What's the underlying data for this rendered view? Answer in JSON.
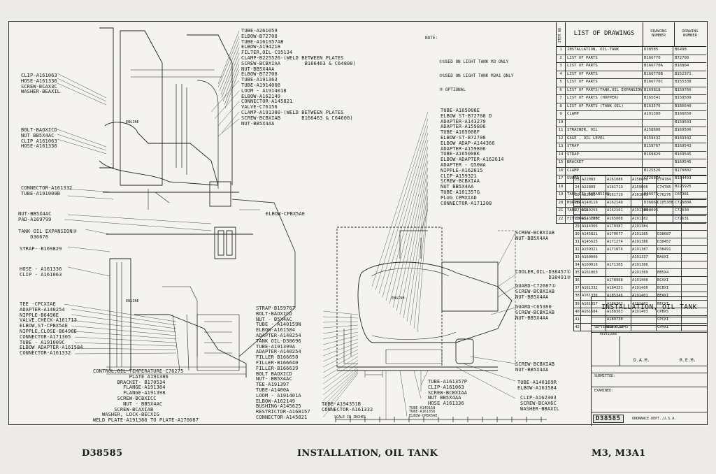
{
  "note": {
    "label": "NOTE:",
    "lines": [
      "①USED ON LIGHT TANK M3 ONLY",
      "②USED ON LIGHT TANK M3A1 ONLY",
      "③ OPTIONAL"
    ]
  },
  "callouts_top_center": "TUBE-A261059\nELBOW-B72708\nTUBE-A161357AB\nELBOW-A194218\nFILTER,OIL-C95134\nCLAMP-B225526-(WELD BETWEEN PLATES\nSCREW-BCBXIAA        B166463 & C64800)\nNUT-BB5X4AA\nELBOW-B72708\nTUBE-A191363\nTUBE-A1914008\nLOOM - A1914018\nELBOW-A162149\nCONNECTOR-A145821\nVALVE-C76156\nCLAMP-A191380-(WELD BETWEEN PLATES\nSCREW-BCBXIAB       B166463 & C64600)\nNUT-BB5X4AA",
  "callouts_left_top": "CLIP-A161063\nHOSE-A161336\nSCREW-BCAX3C\nWASHER-BEAXIL",
  "callouts_left_mid": "BOLT-BAOXICD\nNUT BB5X4AC\nCLIP A161063\nHOSE-A161336",
  "callouts_left_conn": "CONNECTOR-A161332\nTUBE-A191009B",
  "callouts_left_nut": "NUT-BB5X4AC\nPAD-A169799",
  "callouts_left_tank": "TANK OIL EXPANSION③\n    D36676",
  "callouts_left_strap": "STRAP- B169829",
  "callouts_left_hose": "HOSE - A161336\nCLIP - A161063",
  "callouts_left_tee": "TEE -CPCXIAE\nADAPTER-A140254\nNIPPLE-B6498E\nVALVE,CHECK-A161713\nELBOW,ST-CPBX5AE\nNIPPLE,CLOSE-B6498E\nCONNECTOR-A171305\nTUBE - A191009C\nELBOW ADAPTER-A161584\nCONNECTOR-A161332",
  "elbow_cp": "ELBOW-CPBX5AE",
  "callouts_bottom_left": "CONTROL,OIL TEMPERATURE-C76275\n            PLATE A191386\n        BRACKET- B170534\n          FLANGE-A191384\n          FLANGE-A191398\n        SCREW-BCBXICC\n          NUT - BB5X4AC\n       SCREW-BCAXIAB\n   WASHER, LOCK-BECXIG\nWELD PLATE-A191386 TO PLATE-A170087",
  "callouts_center_top": "TUBE-A165008E\nELBOW ST-B72708 D\nADAPTER-A143270\nADAPTER-A159806\nTUBE-A165008F\nELBOW-ST-B72708\nELBOW ADAP-A144366\nADAPTER-A159806\nTUBE-A165008K\nELBOW-ADAPTER-A162614\nADAPTER - Q50WA\nNIPPLE-A162815\nCLIP-A159321\nSCREW-BCBXIAA\nNUT BB5X4AA\nTUBE-A161357G\nPLUG CPMXIAD\nCONNECTOR-A171308",
  "callouts_center_strap": "STRAP-B159767\nBOLT-BAOXICD\nNUT - B5X4AC\nTUBE - A140159N\nELBOW-A161584\nADAPTER-A140254\nTANK OIL-D38696\nTUBE-A191399A\nADAPTER-A140254\nFILLER B166650\nFILLER-B166640\nFILLER-B166639\nBOLT BAOXICD\nNUT- BB5X4AC\nTEE-A191397\nTUBE-A1400A\nLOOM - A191401A\nELBOW-A162149\nBUSHING-A145625\nRESTRICTOR-A168157\nCONNECTOR-A145821",
  "callouts_right": {
    "screw1": "SCREW-BCBXIAB\nNUT-BB5X4AA",
    "cooler": "COOLER,OIL-D38457①\n           D38491②",
    "guard1": "GUARD-C72687①\nSCREW-BCBXIAB\nNUT-BB5X4AA",
    "guard2": "GUARD-C65360\nSCREW-BCBXIAB\nNUT-BB5X4AA",
    "screw2": "SCREW-BCBXIAB\nNUT-BB5X4AA",
    "tube_a": "TUBE-A140169R\nELBOW-A161584",
    "clip": "CLIP-A162303\nSCREW-BCAX6C\nWASHER-BBAXIL"
  },
  "callouts_bottom_center": "TUBE-A161357P\nCLIP-A161063\nSCREW-BCBXIAA\nNUT BB5X4AA\nHOSE A161336",
  "callouts_bottom_tube": "TUBE-A194351B\nCONNECTOR-A161332",
  "callouts_bottom_small": "TUBE-A140158\nTUBE-A161358\nELBOW-CPBX5AE",
  "engine_label": "ENGINE",
  "list_of_drawings": {
    "title": "LIST OF DRAWINGS",
    "col_item": "ITEM NO.",
    "col_drawing": "DRAWING NUMBER",
    "col_drawing2": "DRAWING NUMBER",
    "rows": [
      [
        "1",
        "INSTALLATION, OIL-TANK",
        "D38585",
        "B6498"
      ],
      [
        "2",
        "LIST OF PARTS",
        "B166770",
        "B72708"
      ],
      [
        "3",
        "LIST OF PARTS",
        "B166770A",
        "B16804"
      ],
      [
        "4",
        "LIST OF PARTS",
        "B166770B",
        "B152371"
      ],
      [
        "5",
        "LIST OF PARTS",
        "B166770C",
        "B155338"
      ],
      [
        "6",
        "LIST OF PARTS(TANK,OIL EXPANSION)",
        "B169818",
        "B159766"
      ],
      [
        "7",
        "LIST OF PARTS (HOPPER)",
        "B165541",
        "B159509"
      ],
      [
        "8",
        "LIST OF PARTS (TANK OIL)",
        "B163576",
        "B166640"
      ],
      [
        "9",
        "CLAMP",
        "A191380",
        "B166650"
      ],
      [
        "10",
        "",
        "",
        "B159503"
      ],
      [
        "11",
        "STRAINER, OIL",
        "A158606",
        "B169506"
      ],
      [
        "12",
        "GAGE , OIL LEVEL",
        "B159432",
        "B169342"
      ],
      [
        "13",
        "STRAP",
        "B159767",
        "B169543"
      ],
      [
        "14",
        "STRAP",
        "B169829",
        "B169545"
      ],
      [
        "15",
        "BRACKET",
        "",
        "B169545"
      ],
      [
        "16",
        "CLAMP",
        "B225526",
        "B170802"
      ],
      [
        "17",
        "GUARD",
        "C72687A",
        "B184493"
      ],
      [
        "18",
        "",
        "",
        "B225925"
      ],
      [
        "19",
        "TANK,OIL EXPANSION",
        "D36676",
        "C65381"
      ],
      [
        "20",
        "HOPPER",
        "D36662",
        "C72680A"
      ],
      [
        "21",
        "TANK, OIL",
        "D38696",
        "C72630"
      ],
      [
        "22",
        "FITTINGS, TUBE",
        "",
        "C72631"
      ]
    ]
  },
  "parts_rows": [
    [
      "23",
      "A22083",
      "A161086",
      "A158600",
      "C74784"
    ],
    [
      "24",
      "A22809",
      "A161713",
      "A159006",
      "C74785"
    ],
    [
      "25",
      "A22085",
      "A161719",
      "A161003",
      "C76276"
    ],
    [
      "26",
      "A140119",
      "A162149",
      "",
      "C105308"
    ],
    [
      "27",
      "A140254",
      "A162161",
      "A191380",
      ""
    ],
    [
      "28",
      "A143270",
      "A165008",
      "A191382",
      ""
    ],
    [
      "29",
      "A144366",
      "A170387",
      "A191384",
      ""
    ],
    [
      "30",
      "A145821",
      "A170677",
      "A191385",
      "D38687"
    ],
    [
      "31",
      "A145625",
      "A171274",
      "A191386",
      "D38457"
    ],
    [
      "32",
      "A159321",
      "A171876",
      "A191387",
      "D38491"
    ],
    [
      "33",
      "A160006",
      "",
      "A191337",
      "BAOXI"
    ],
    [
      "34",
      "A160016",
      "A171305",
      "A191386",
      ""
    ],
    [
      "35",
      "A161063",
      "",
      "A191389",
      "BB5X4"
    ],
    [
      "36",
      "",
      "A178968",
      "A191400",
      "BCAXI"
    ],
    [
      "37",
      "A161332",
      "A184351",
      "A191400",
      "BCBXI"
    ],
    [
      "38",
      "A161336",
      "A185346",
      "A191401",
      "BEAXI"
    ],
    [
      "39",
      "A161357",
      "A186362",
      "A191402",
      "BECXI"
    ],
    [
      "40",
      "A161584",
      "A188363",
      "A191403",
      "CPBX5"
    ],
    [
      "41",
      "",
      "A189730",
      "",
      "CPCXI"
    ],
    [
      "42",
      "",
      "A189739",
      "",
      "CPMXI"
    ]
  ],
  "title_block": {
    "title": "INSTALLATION, OIL TANK",
    "date_label": "SEPTEMBER 8,1943",
    "revisions": "REVISIONS",
    "drawn_by": "D.A.M.",
    "checked_by": "R.E.M.",
    "submitted": "SUBMITTED:",
    "examined": "EXAMINED:",
    "drawing_number": "D38585",
    "ord": "ORDNANCE DEPT.,U.S.A."
  },
  "scale_label": "SCALE IN INCHES",
  "captions": {
    "left": "D38585",
    "center": "INSTALLATION, OIL TANK",
    "right": "M3, M3A1"
  },
  "colors": {
    "paper": "#f4f3ef",
    "ink": "#1a1a1a",
    "background": "#ecebe7"
  }
}
